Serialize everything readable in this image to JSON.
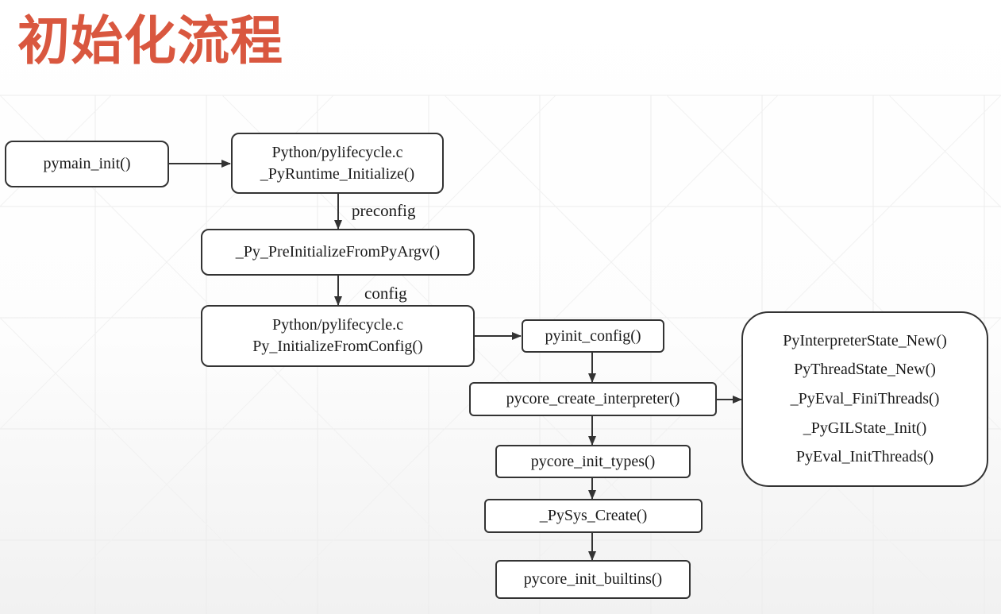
{
  "title": "初始化流程",
  "nodes": {
    "pymain_init": "pymain_init()",
    "runtime_init": {
      "file": "Python/pylifecycle.c",
      "func": "_PyRuntime_Initialize()"
    },
    "preinit": "_Py_PreInitializeFromPyArgv()",
    "init_from_config": {
      "file": "Python/pylifecycle.c",
      "func": "Py_InitializeFromConfig()"
    },
    "pyinit_config": "pyinit_config()",
    "create_interpreter": "pycore_create_interpreter()",
    "init_types": "pycore_init_types()",
    "sys_create": "_PySys_Create()",
    "init_builtins": "pycore_init_builtins()"
  },
  "interpreter_steps": [
    "PyInterpreterState_New()",
    "PyThreadState_New()",
    "_PyEval_FiniThreads()",
    "_PyGILState_Init()",
    "PyEval_InitThreads()"
  ],
  "edge_labels": {
    "preconfig": "preconfig",
    "config": "config"
  }
}
